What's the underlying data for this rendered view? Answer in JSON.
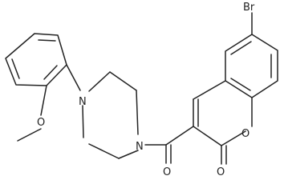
{
  "diagram": {
    "type": "chemical-structure",
    "atom_labels": {
      "bromine": "Br",
      "methoxy_oxygen": "O",
      "piperazine_n_upper": "N",
      "piperazine_n_lower": "N",
      "carbonyl_oxygen_amide": "O",
      "ring_oxygen": "O",
      "carbonyl_oxygen_lactone": "O"
    },
    "colors": {
      "ink": "#222222",
      "background": "#ffffff"
    }
  }
}
